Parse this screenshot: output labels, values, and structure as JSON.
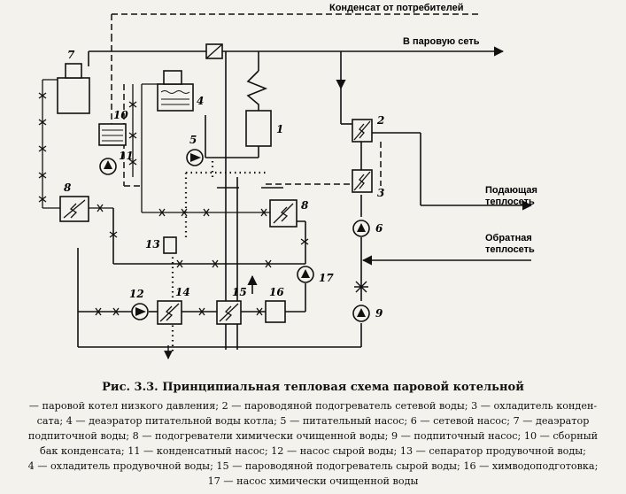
{
  "flows": {
    "condensate_from_consumers": "Конденсат от потребителей",
    "to_steam_network": "В паровую сеть",
    "supply_heat_network": [
      "Подающая",
      "теплосеть"
    ],
    "return_heat_network": [
      "Обратная",
      "теплосеть"
    ]
  },
  "labels": {
    "n1": "1",
    "n2": "2",
    "n3": "3",
    "n4": "4",
    "n5": "5",
    "n6": "6",
    "n7": "7",
    "n8a": "8",
    "n8b": "8",
    "n9": "9",
    "n10": "10",
    "n11": "11",
    "n12": "12",
    "n13": "13",
    "n14": "14",
    "n15": "15",
    "n16": "16",
    "n17": "17"
  },
  "caption": {
    "title": "Рис. 3.3. Принципиальная тепловая схема паровой котельной",
    "lines": [
      "— паровой котел низкого давления; 2 — пароводяной подогреватель сетевой воды; 3 — охладитель конден-",
      "сата; 4 — деаэратор питательной воды котла; 5 — питательный насос; 6 — сетевой насос; 7 — деаэратор",
      "подпиточной воды; 8 — подогреватели химически очищенной воды; 9 — подпиточный насос; 10 — сборный",
      "бак конденсата; 11 — конденсатный насос; 12 — насос сырой воды; 13 — сепаратор продувочной воды;",
      "4 — охладитель продувочной воды; 15 — пароводяной подогреватель сырой воды; 16 — химводоподготовка;",
      "17 — насос химически очищенной воды"
    ]
  }
}
